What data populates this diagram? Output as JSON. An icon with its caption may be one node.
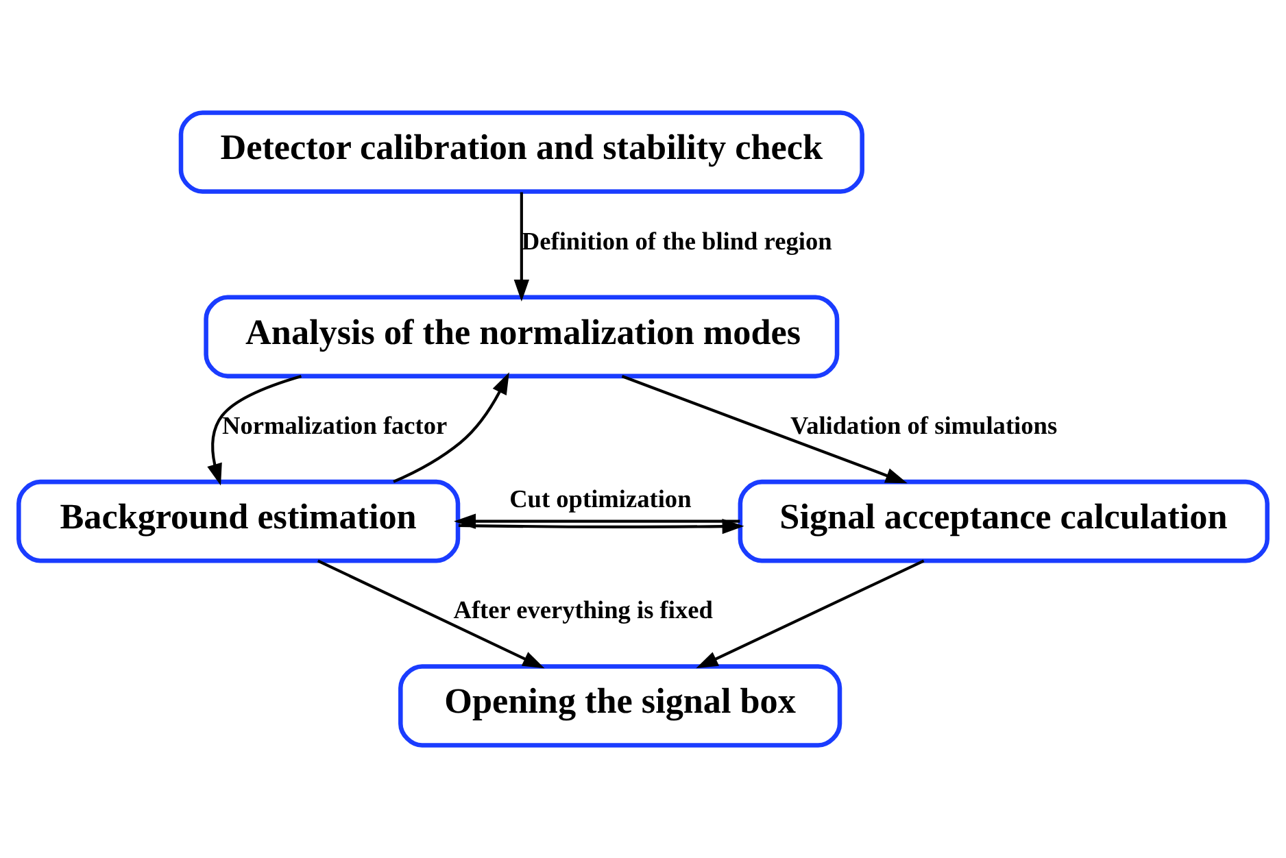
{
  "diagram": {
    "nodes": [
      {
        "text": [
          "Detector calibration and stability check"
        ]
      },
      {
        "text": [
          "Analysis of the normalization modes"
        ]
      },
      {
        "text": [
          "Background estimation"
        ]
      },
      {
        "text": [
          "Signal acceptance calculation"
        ]
      },
      {
        "text": [
          "Opening the signal box"
        ]
      }
    ],
    "edges": [
      {
        "from": 0,
        "to": 1,
        "arrow": "to",
        "label": "Definition of the blind region"
      },
      {
        "from": 1,
        "to": 3,
        "arrow": "to",
        "label": "Validation of simulations"
      },
      {
        "from": 1,
        "to": 2,
        "arrow": "to",
        "label": "Normalization factor"
      },
      {
        "from": 2,
        "to": 1,
        "arrow": "to"
      },
      {
        "from": 2,
        "to": 3,
        "arrow": "to"
      },
      {
        "from": 3,
        "to": 2,
        "arrow": "to",
        "label": "Cut optimization"
      },
      {
        "from": 2,
        "to": 4,
        "arrow": "to",
        "label": "After everything is fixed"
      },
      {
        "from": 3,
        "to": 4,
        "arrow": "to"
      }
    ]
  }
}
